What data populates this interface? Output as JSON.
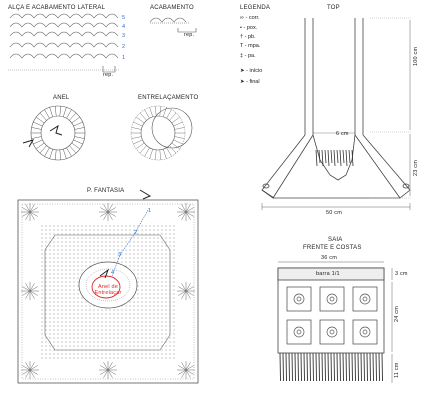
{
  "titles": {
    "alca": "ALÇA E ACABAMENTO LATERAL",
    "acabamento": "ACABAMENTO",
    "legenda": "LEGENDA",
    "top": "TOP",
    "anel": "ANEL",
    "entrelacamento": "ENTRELAÇAMENTO",
    "p_fantasia": "P. FANTASIA",
    "saia": "SAIA",
    "frente_costas": "FRENTE E COSTAS"
  },
  "legend": {
    "items": [
      {
        "symbol": "∞",
        "label": "- corr."
      },
      {
        "symbol": "•",
        "label": "- pox."
      },
      {
        "symbol": "†",
        "label": "- pb."
      },
      {
        "symbol": "T",
        "label": "- mpa."
      },
      {
        "symbol": "‡",
        "label": "- pa."
      },
      {
        "symbol": "➤",
        "label": "- início"
      },
      {
        "symbol": "➤",
        "label": "- final"
      }
    ]
  },
  "alca": {
    "row_numbers": [
      "5",
      "4",
      "3",
      "2",
      "1"
    ],
    "rep": "rep."
  },
  "acabamento": {
    "rep": "rep."
  },
  "fantasia": {
    "labels": [
      "1",
      "2",
      "3",
      "4"
    ],
    "center_text": "Anel de Entrelaçar"
  },
  "top": {
    "height_strap": "100 cm",
    "height_body": "23 cm",
    "width": "50 cm",
    "inner": "6 cm"
  },
  "saia": {
    "width": "36 cm",
    "barra": "barra 1/1",
    "barra_h": "3 cm",
    "body_h": "24 cm",
    "fringe_h": "11 cm"
  },
  "colors": {
    "blue": "#2a6bd1",
    "red": "#e02525",
    "line": "#444444"
  }
}
